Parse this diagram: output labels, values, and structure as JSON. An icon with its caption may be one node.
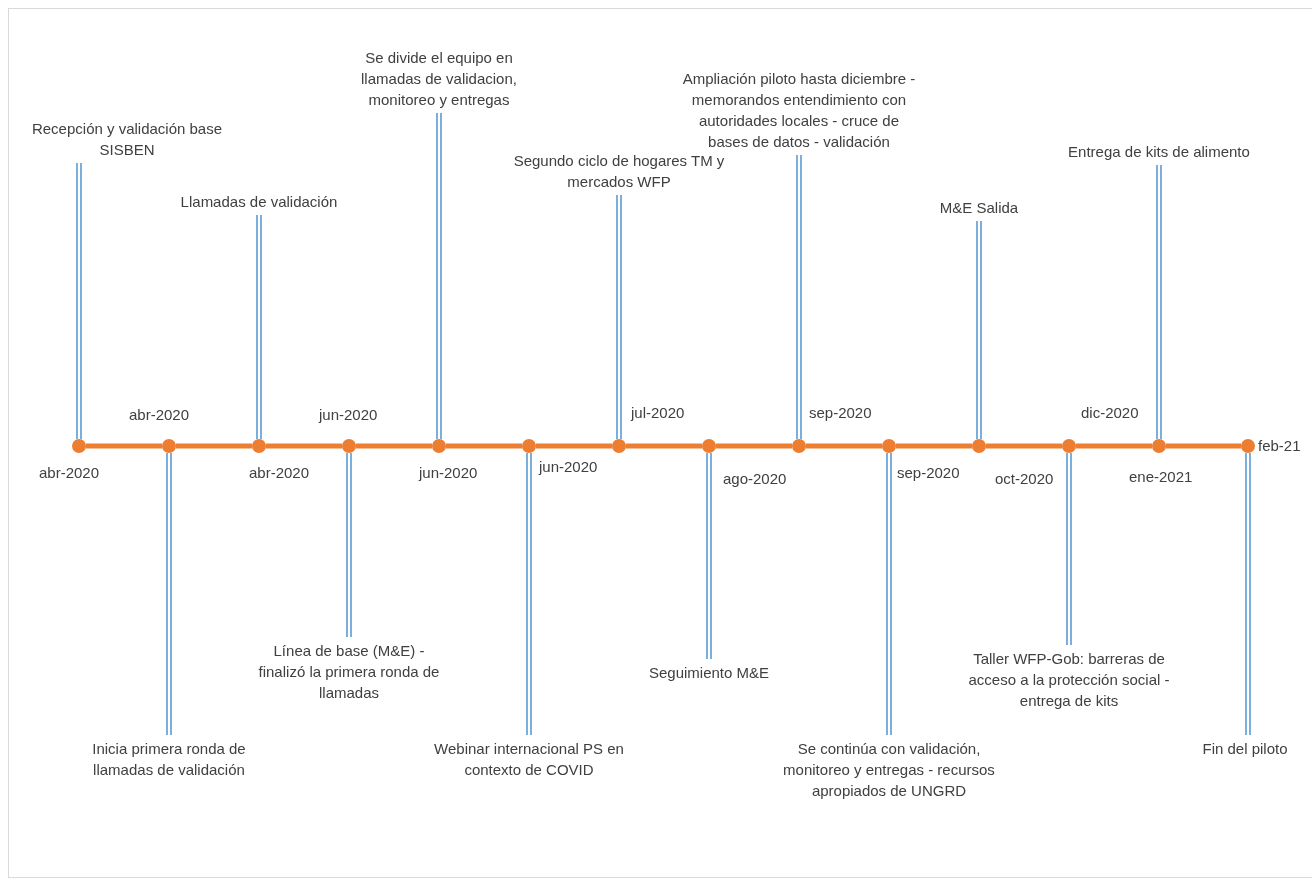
{
  "diagram": {
    "nodes": [
      {
        "text": [
          "Recepción y validación base SISBEN"
        ]
      },
      {
        "text": [
          "Inicia primera ronda de llamadas de validación"
        ]
      },
      {
        "text": [
          "Llamadas de validación"
        ]
      },
      {
        "text": [
          "Línea de base (M&E) - finalizó la primera ronda de llamadas"
        ]
      },
      {
        "text": [
          "Se divide el equipo en llamadas de validacion, monitoreo y entregas"
        ]
      },
      {
        "text": [
          "Webinar internacional PS en contexto de COVID"
        ]
      },
      {
        "text": [
          "Segundo ciclo de hogares TM y mercados WFP"
        ]
      },
      {
        "text": [
          "Seguimiento M&E"
        ]
      },
      {
        "text": [
          "Ampliación piloto hasta diciembre - memorandos entendimiento con autoridades locales - cruce de bases de datos - validación"
        ]
      },
      {
        "text": [
          "Se continúa con validación, monitoreo y entregas - recursos apropiados de UNGRD"
        ]
      },
      {
        "text": [
          "M&E Salida"
        ]
      },
      {
        "text": [
          "Taller WFP-Gob: barreras de acceso a la protección social - entrega de kits"
        ]
      },
      {
        "text": [
          "Entrega de kits de alimento"
        ]
      },
      {
        "text": [
          "Fin del piloto"
        ]
      },
      {
        "text": [],
        "shape": "circle",
        "beside": [
          "abr-2020"
        ]
      },
      {
        "text": [],
        "shape": "circle",
        "beside": [
          "abr-2020"
        ]
      },
      {
        "text": [],
        "shape": "circle",
        "beside": [
          "abr-2020"
        ]
      },
      {
        "text": [],
        "shape": "circle",
        "beside": [
          "jun-2020"
        ]
      },
      {
        "text": [],
        "shape": "circle",
        "beside": [
          "jun-2020"
        ]
      },
      {
        "text": [],
        "shape": "circle",
        "beside": [
          "jun-2020"
        ]
      },
      {
        "text": [],
        "shape": "circle",
        "beside": [
          "jul-2020"
        ]
      },
      {
        "text": [],
        "shape": "circle",
        "beside": [
          "ago-2020"
        ]
      },
      {
        "text": [],
        "shape": "circle",
        "beside": [
          "sep-2020"
        ]
      },
      {
        "text": [],
        "shape": "circle",
        "beside": [
          "sep-2020"
        ]
      },
      {
        "text": [],
        "shape": "circle",
        "beside": [
          "oct-2020"
        ]
      },
      {
        "text": [],
        "shape": "circle",
        "beside": [
          "dic-2020"
        ]
      },
      {
        "text": [],
        "shape": "circle",
        "beside": [
          "ene-2021"
        ]
      },
      {
        "text": [],
        "shape": "circle",
        "beside": [
          "feb-21"
        ]
      }
    ],
    "edges": [
      {
        "from": 0,
        "to": 14,
        "arrow": "none",
        "color": "#5b9bd5"
      },
      {
        "from": 1,
        "to": 15,
        "arrow": "none",
        "color": "#5b9bd5"
      },
      {
        "from": 2,
        "to": 16,
        "arrow": "none",
        "color": "#5b9bd5"
      },
      {
        "from": 3,
        "to": 17,
        "arrow": "none",
        "color": "#5b9bd5"
      },
      {
        "from": 4,
        "to": 18,
        "arrow": "none",
        "color": "#5b9bd5"
      },
      {
        "from": 5,
        "to": 19,
        "arrow": "none",
        "color": "#5b9bd5"
      },
      {
        "from": 6,
        "to": 20,
        "arrow": "none",
        "color": "#5b9bd5"
      },
      {
        "from": 7,
        "to": 21,
        "arrow": "none",
        "color": "#5b9bd5"
      },
      {
        "from": 8,
        "to": 22,
        "arrow": "none",
        "color": "#5b9bd5"
      },
      {
        "from": 9,
        "to": 23,
        "arrow": "none",
        "color": "#5b9bd5"
      },
      {
        "from": 10,
        "to": 24,
        "arrow": "none",
        "color": "#5b9bd5"
      },
      {
        "from": 11,
        "to": 25,
        "arrow": "none",
        "color": "#5b9bd5"
      },
      {
        "from": 12,
        "to": 26,
        "arrow": "none",
        "color": "#5b9bd5"
      },
      {
        "from": 13,
        "to": 27,
        "arrow": "none",
        "color": "#5b9bd5"
      },
      {
        "from": 14,
        "to": 15,
        "arrow": "none",
        "style": "thick",
        "color": "#ed7d31"
      },
      {
        "from": 15,
        "to": 16,
        "arrow": "none",
        "style": "thick",
        "color": "#ed7d31"
      },
      {
        "from": 16,
        "to": 17,
        "arrow": "none",
        "style": "thick",
        "color": "#ed7d31"
      },
      {
        "from": 17,
        "to": 18,
        "arrow": "none",
        "style": "thick",
        "color": "#ed7d31"
      },
      {
        "from": 18,
        "to": 19,
        "arrow": "none",
        "style": "thick",
        "color": "#ed7d31"
      },
      {
        "from": 19,
        "to": 20,
        "arrow": "none",
        "style": "thick",
        "color": "#ed7d31"
      },
      {
        "from": 20,
        "to": 21,
        "arrow": "none",
        "style": "thick",
        "color": "#ed7d31"
      },
      {
        "from": 21,
        "to": 22,
        "arrow": "none",
        "style": "thick",
        "color": "#ed7d31"
      },
      {
        "from": 22,
        "to": 23,
        "arrow": "none",
        "style": "thick",
        "color": "#ed7d31"
      },
      {
        "from": 23,
        "to": 24,
        "arrow": "none",
        "style": "thick",
        "color": "#ed7d31"
      },
      {
        "from": 24,
        "to": 25,
        "arrow": "none",
        "style": "thick",
        "color": "#ed7d31"
      },
      {
        "from": 25,
        "to": 26,
        "arrow": "none",
        "style": "thick",
        "color": "#ed7d31"
      },
      {
        "from": 26,
        "to": 27,
        "arrow": "none",
        "style": "thick",
        "color": "#ed7d31"
      }
    ]
  }
}
